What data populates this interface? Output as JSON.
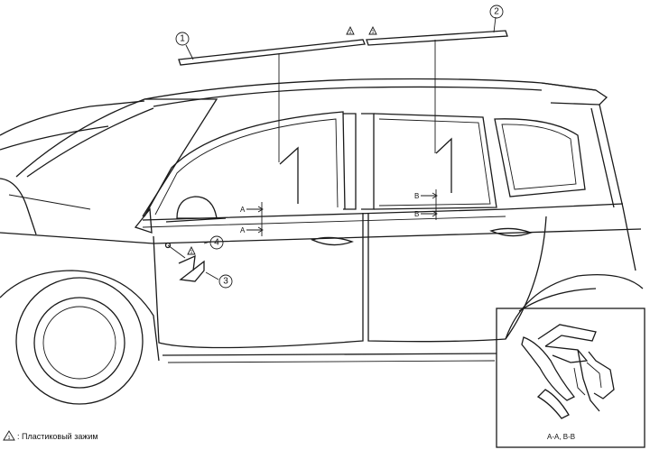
{
  "callouts": [
    {
      "id": "1",
      "label": "1"
    },
    {
      "id": "2",
      "label": "2"
    },
    {
      "id": "3",
      "label": "3"
    },
    {
      "id": "4",
      "label": "4"
    }
  ],
  "section_marks": {
    "a_upper": "A",
    "a_lower": "A",
    "b_upper": "B",
    "b_lower": "B"
  },
  "inset": {
    "caption": "A-A, B-B"
  },
  "legend": {
    "symbol": "triangle-clip-icon",
    "text": ": Пластиковый зажим"
  }
}
